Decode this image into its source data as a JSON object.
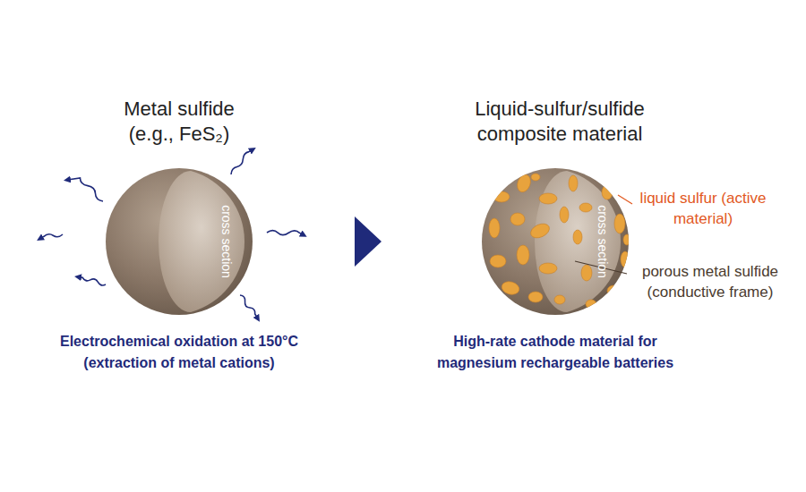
{
  "diagram": {
    "nodes": [
      {
        "text": [
          "Metal sulfide (e.g., FeS₂)",
          "cross section"
        ]
      },
      {
        "text": [
          "Liquid-sulfur/sulfide composite material",
          "cross section"
        ]
      }
    ],
    "edges": [
      {
        "from": 0,
        "to": 1,
        "arrow": "to"
      }
    ],
    "labels": [
      "Electrochemical oxidation at 150°C (extraction of metal cations)",
      "High-rate cathode material for magnesium rechargeable batteries",
      "liquid sulfur (active material)",
      "porous metal sulfide (conductive frame)"
    ]
  }
}
